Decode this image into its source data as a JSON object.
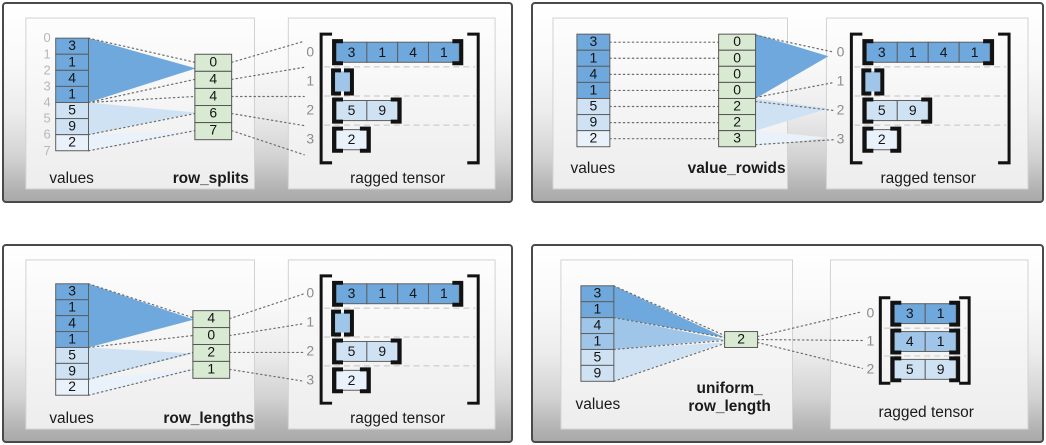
{
  "colors": {
    "dark_blue": "#6fa8dc",
    "medium_blue": "#9fc5e8",
    "light_blue": "#cfe2f3",
    "pale_blue": "#e9f1fb",
    "green": "#d9ead3",
    "panel_border": "#4a4a4a"
  },
  "panels": {
    "row_splits": {
      "values_label": "values",
      "name_label": "row_splits",
      "tensor_label": "ragged tensor",
      "offsets": [
        "0",
        "1",
        "2",
        "3",
        "4",
        "5",
        "6",
        "7"
      ],
      "values": [
        "3",
        "1",
        "4",
        "1",
        "5",
        "9",
        "2"
      ],
      "encoding": [
        "0",
        "4",
        "4",
        "6",
        "7"
      ],
      "row_indices": [
        "0",
        "1",
        "2",
        "3"
      ],
      "tensor_rows": [
        [
          "3",
          "1",
          "4",
          "1"
        ],
        [],
        [
          "5",
          "9"
        ],
        [
          "2"
        ]
      ]
    },
    "value_rowids": {
      "values_label": "values",
      "name_label": "value_rowids",
      "tensor_label": "ragged tensor",
      "values": [
        "3",
        "1",
        "4",
        "1",
        "5",
        "9",
        "2"
      ],
      "encoding": [
        "0",
        "0",
        "0",
        "0",
        "2",
        "2",
        "3"
      ],
      "row_indices": [
        "0",
        "1",
        "2",
        "3"
      ],
      "tensor_rows": [
        [
          "3",
          "1",
          "4",
          "1"
        ],
        [],
        [
          "5",
          "9"
        ],
        [
          "2"
        ]
      ]
    },
    "row_lengths": {
      "values_label": "values",
      "name_label": "row_lengths",
      "tensor_label": "ragged tensor",
      "values": [
        "3",
        "1",
        "4",
        "1",
        "5",
        "9",
        "2"
      ],
      "encoding": [
        "4",
        "0",
        "2",
        "1"
      ],
      "row_indices": [
        "0",
        "1",
        "2",
        "3"
      ],
      "tensor_rows": [
        [
          "3",
          "1",
          "4",
          "1"
        ],
        [],
        [
          "5",
          "9"
        ],
        [
          "2"
        ]
      ]
    },
    "uniform_row_length": {
      "values_label": "values",
      "name_label_line1": "uniform_",
      "name_label_line2": "row_length",
      "tensor_label": "ragged tensor",
      "values": [
        "3",
        "1",
        "4",
        "1",
        "5",
        "9"
      ],
      "encoding": [
        "2"
      ],
      "row_indices": [
        "0",
        "1",
        "2"
      ],
      "tensor_rows": [
        [
          "3",
          "1"
        ],
        [
          "4",
          "1"
        ],
        [
          "5",
          "9"
        ]
      ]
    }
  }
}
